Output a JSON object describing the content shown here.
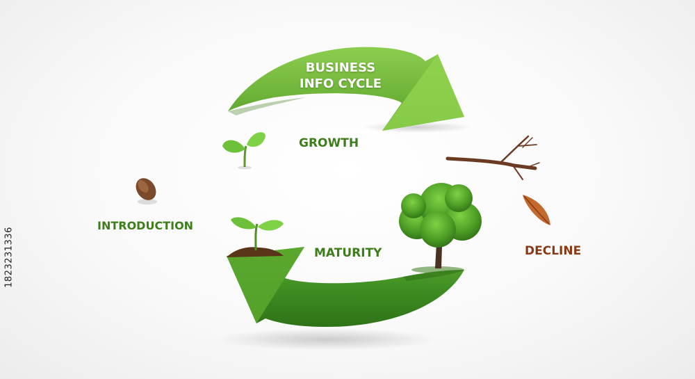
{
  "diagram": {
    "title_line1": "BUSINESS",
    "title_line2": "INFO CYCLE",
    "stages": {
      "introduction": "INTRODUCTION",
      "growth": "GROWTH",
      "maturity": "MATURITY",
      "decline": "DECLINE"
    },
    "stock_id": "1823231336"
  },
  "colors": {
    "arrow_green": "#6fb53a",
    "arrow_dark_green": "#3f8f22",
    "stage_label_green": "#3d7d1c",
    "decline_label_brown": "#8a3a16",
    "bare_branch_brown": "#6b3a22",
    "leaf_orange": "#c2692e",
    "seed_brown": "#7a4a2a",
    "soil_brown": "#5a3418"
  },
  "icons": [
    "seed-icon",
    "sprout-icon",
    "seedling-in-soil-icon",
    "tree-icon",
    "bare-branch-icon",
    "fallen-leaf-icon"
  ]
}
